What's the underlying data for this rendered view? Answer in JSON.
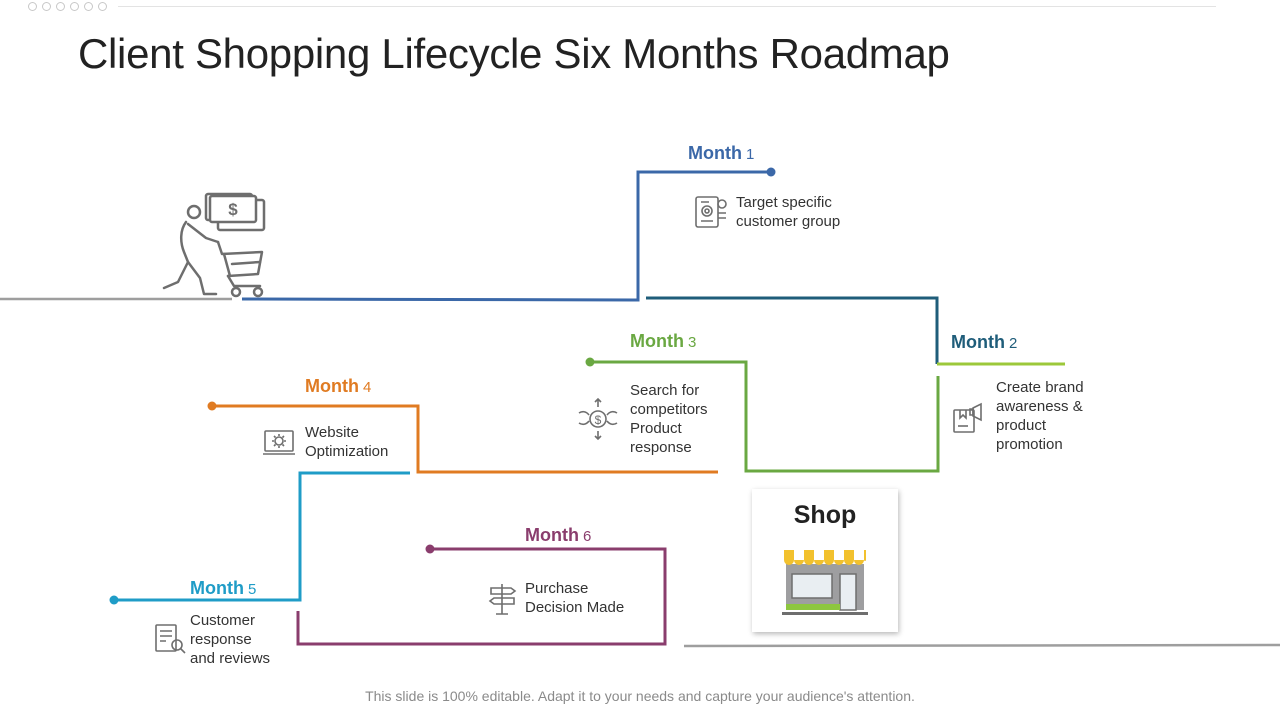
{
  "title": "Client Shopping Lifecycle Six Months Roadmap",
  "footer": "This slide is 100% editable. Adapt it to your needs and capture your audience's attention.",
  "shop_label": "Shop",
  "colors": {
    "m1": "#3b68a8",
    "m2": "#1f5d7a",
    "m3": "#6aa842",
    "m4": "#e07b22",
    "m5": "#1f9cc7",
    "m6": "#8a3d6d",
    "baseline": "#9e9e9e",
    "icon": "#6e6e6e"
  },
  "months": [
    {
      "id": "m1",
      "word": "Month",
      "num": "1",
      "desc": [
        "Target specific",
        "customer group"
      ],
      "icon": "target-group-icon"
    },
    {
      "id": "m2",
      "word": "Month",
      "num": "2",
      "desc": [
        "Create brand",
        "awareness &",
        "product",
        "promotion"
      ],
      "icon": "brand-awareness-icon"
    },
    {
      "id": "m3",
      "word": "Month",
      "num": "3",
      "desc": [
        "Search for",
        "competitors",
        "Product",
        "response"
      ],
      "icon": "competitor-search-icon"
    },
    {
      "id": "m4",
      "word": "Month",
      "num": "4",
      "desc": [
        "Website",
        "Optimization"
      ],
      "icon": "website-optimization-icon"
    },
    {
      "id": "m5",
      "word": "Month",
      "num": "5",
      "desc": [
        "Customer",
        "response",
        "and reviews"
      ],
      "icon": "customer-reviews-icon"
    },
    {
      "id": "m6",
      "word": "Month",
      "num": "6",
      "desc": [
        "Purchase",
        "Decision Made"
      ],
      "icon": "decision-signpost-icon"
    }
  ]
}
